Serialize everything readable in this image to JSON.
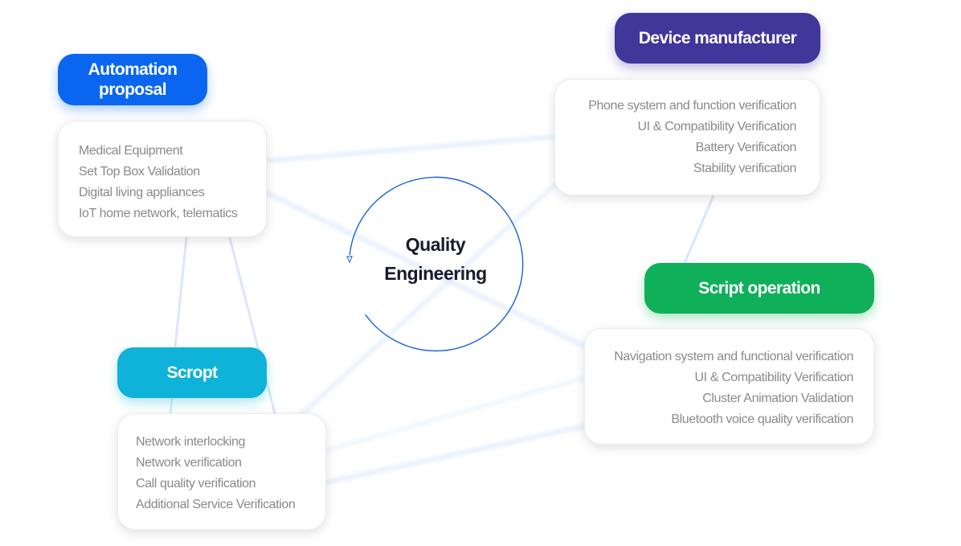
{
  "center": {
    "line1": "Quality",
    "line2": "Engineering"
  },
  "colors": {
    "automation": "#0a66f0",
    "device": "#40379a",
    "scropt": "#0fb2d8",
    "script_operation": "#10b05a",
    "ring": "#1a63d6",
    "connector": "#b8d4f8"
  },
  "nodes": {
    "automation": {
      "title_line1": "Automation",
      "title_line2": "proposal",
      "items": [
        "Medical Equipment",
        "Set Top Box Validation",
        "Digital living appliances",
        "IoT home network, telematics"
      ]
    },
    "device": {
      "title": "Device manufacturer",
      "items": [
        "Phone system and function verification",
        "UI & Compatibility Verification",
        "Battery Verification",
        "Stability verification"
      ]
    },
    "scropt": {
      "title": "Scropt",
      "items": [
        "Network interlocking",
        "Network verification",
        "Call quality verification",
        "Additional Service Verification"
      ]
    },
    "script_operation": {
      "title": "Script operation",
      "items": [
        "Navigation system and functional verification",
        "UI & Compatibility Verification",
        "Cluster Animation Validation",
        "Bluetooth voice quality verification"
      ]
    }
  }
}
